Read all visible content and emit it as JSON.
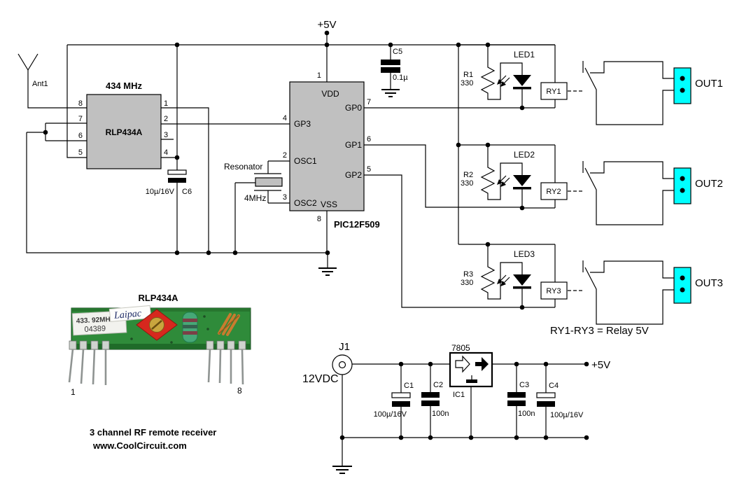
{
  "rails": {
    "vcc_top": "+5V"
  },
  "antenna": {
    "ref": "Ant1"
  },
  "rf_module": {
    "freq_title": "434 MHz",
    "part": "RLP434A",
    "pins_left": [
      "8",
      "7",
      "6",
      "5"
    ],
    "pins_right": [
      "1",
      "2",
      "3",
      "4"
    ]
  },
  "c6": {
    "value": "10µ/16V",
    "ref": "C6"
  },
  "c5": {
    "ref": "C5",
    "value": "0.1µ"
  },
  "resonator": {
    "label": "Resonator",
    "freq": "4MHz"
  },
  "mcu": {
    "part": "PIC12F509",
    "pins": {
      "vdd": {
        "n": "1",
        "name": "VDD"
      },
      "gp3": {
        "n": "4",
        "name": "GP3"
      },
      "osc1": {
        "n": "2",
        "name": "OSC1"
      },
      "osc2": {
        "n": "3",
        "name": "OSC2"
      },
      "vss": {
        "n": "8",
        "name": "VSS"
      },
      "gp0": {
        "n": "7",
        "name": "GP0"
      },
      "gp1": {
        "n": "6",
        "name": "GP1"
      },
      "gp2": {
        "n": "5",
        "name": "GP2"
      }
    }
  },
  "channels": [
    {
      "r_ref": "R1",
      "r_val": "330",
      "led": "LED1",
      "relay": "RY1",
      "out": "OUT1"
    },
    {
      "r_ref": "R2",
      "r_val": "330",
      "led": "LED2",
      "relay": "RY2",
      "out": "OUT2"
    },
    {
      "r_ref": "R3",
      "r_val": "330",
      "led": "LED3",
      "relay": "RY3",
      "out": "OUT3"
    }
  ],
  "relay_note": "RY1-RY3 = Relay 5V",
  "photo": {
    "title": "RLP434A",
    "sticker_line1": "433. 92MH",
    "sticker_line2": "04389",
    "brand": "Laipac",
    "pin_first": "1",
    "pin_last": "8"
  },
  "captions": {
    "line1": "3 channel RF remote receiver",
    "line2": "www.CoolCircuit.com"
  },
  "psu": {
    "jack_ref": "J1",
    "input_label": "12VDC",
    "reg_part": "7805",
    "reg_ref": "IC1",
    "out_label": "+5V",
    "c1": {
      "ref": "C1",
      "value": "100µ/16V"
    },
    "c2": {
      "ref": "C2",
      "value": "100n"
    },
    "c3": {
      "ref": "C3",
      "value": "100n"
    },
    "c4": {
      "ref": "C4",
      "value": "100µ/16V"
    }
  },
  "colors": {
    "connector_cyan": "#00ffff",
    "chip_gray": "#c0c0c0",
    "pcb_green": "#2f8b3a",
    "trimmer_red": "#d6281e"
  }
}
